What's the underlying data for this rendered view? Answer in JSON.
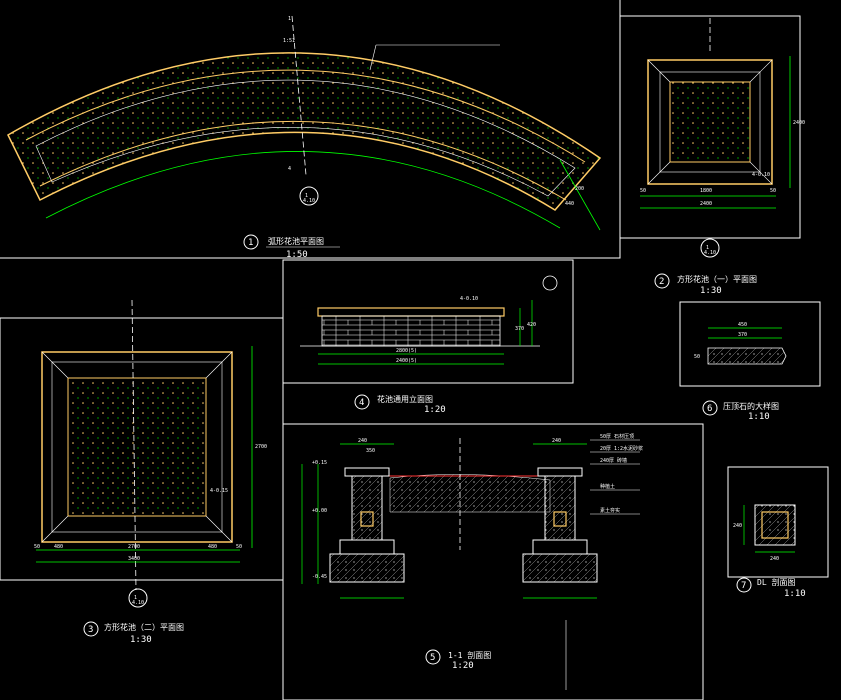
{
  "canvas": {
    "background": "#000000",
    "frame_color": "#ffffff",
    "dim_color": "#00ff00",
    "wall_color": "#ffcc66",
    "soil_color": "#ffffff"
  },
  "plan1": {
    "num": "1",
    "title": "弧形花池平面图",
    "scale": "1:50",
    "tag_top": "1",
    "tag_bot": "4",
    "marker_num": "1",
    "marker_sub": "4.10",
    "dim_a": "1:51",
    "dim_b": "200",
    "dim_c": "440"
  },
  "plan2": {
    "num": "2",
    "title": "方形花池（一）平面图",
    "scale": "1:30",
    "marker_num": "1",
    "marker_sub": "4.10",
    "dims": [
      "50",
      "1800",
      "50"
    ],
    "total": "2400",
    "side": "2400",
    "note": "4-0.10"
  },
  "plan3": {
    "num": "3",
    "title": "方形花池（二）平面图",
    "scale": "1:30",
    "marker_num": "1",
    "marker_sub": "4.10",
    "dims": [
      "50",
      "480",
      "2700",
      "480",
      "50"
    ],
    "total": "3400",
    "side": "2700",
    "note": "4-0.15"
  },
  "elev4": {
    "num": "4",
    "title": "花池通用立面图",
    "scale": "1:20",
    "dims": [
      "2800(5)",
      "2400(5)"
    ],
    "h1": "370",
    "h2": "420",
    "note": "4-0.10"
  },
  "detail6": {
    "num": "6",
    "title": "压顶石的大样图",
    "scale": "1:10",
    "w1": "450",
    "w2": "370",
    "h": "50"
  },
  "section5": {
    "num": "5",
    "title": "1-1 剖面图",
    "scale": "1:20",
    "dims": [
      "240",
      "350",
      "240"
    ],
    "levels": [
      "+0.15",
      "+0.00",
      "-0.45"
    ],
    "notes": [
      "50厚 石材压顶",
      "20厚 1:2水泥砂浆",
      "240厚 砖墙",
      "种植土",
      "素土夯实"
    ]
  },
  "detail7": {
    "num": "7",
    "title": "DL 剖面图",
    "scale": "1:10",
    "w": "240",
    "h": "240"
  }
}
